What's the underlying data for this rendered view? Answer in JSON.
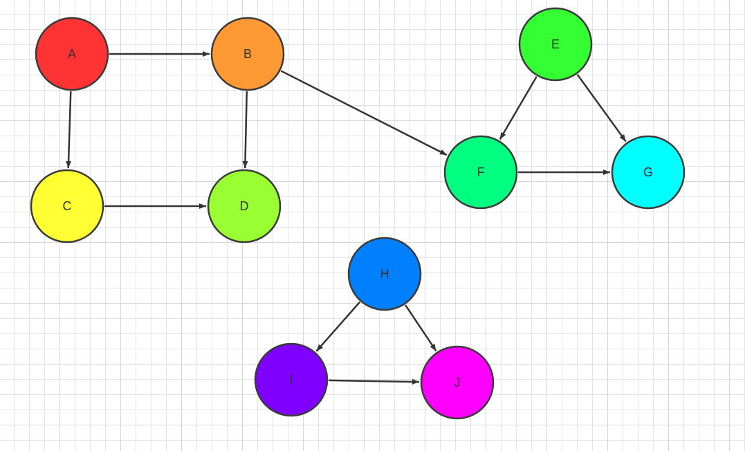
{
  "diagram": {
    "nodes": [
      {
        "id": "A",
        "label": "A",
        "color": "#ff3333"
      },
      {
        "id": "B",
        "label": "B",
        "color": "#ff9933"
      },
      {
        "id": "C",
        "label": "C",
        "color": "#ffff33"
      },
      {
        "id": "D",
        "label": "D",
        "color": "#99ff33"
      },
      {
        "id": "E",
        "label": "E",
        "color": "#33ff33"
      },
      {
        "id": "F",
        "label": "F",
        "color": "#00ff80"
      },
      {
        "id": "G",
        "label": "G",
        "color": "#00ffff"
      },
      {
        "id": "H",
        "label": "H",
        "color": "#0080ff"
      },
      {
        "id": "I",
        "label": "I",
        "color": "#7f00ff"
      },
      {
        "id": "J",
        "label": "J",
        "color": "#ff00ff"
      }
    ],
    "edges": [
      {
        "from": "A",
        "to": "B"
      },
      {
        "from": "A",
        "to": "C"
      },
      {
        "from": "B",
        "to": "D"
      },
      {
        "from": "B",
        "to": "F"
      },
      {
        "from": "C",
        "to": "D"
      },
      {
        "from": "E",
        "to": "F"
      },
      {
        "from": "E",
        "to": "G"
      },
      {
        "from": "F",
        "to": "G"
      },
      {
        "from": "H",
        "to": "I"
      },
      {
        "from": "H",
        "to": "J"
      },
      {
        "from": "I",
        "to": "J"
      }
    ],
    "edge_color": "#333333",
    "node_border_color": "#3a3a3a"
  }
}
